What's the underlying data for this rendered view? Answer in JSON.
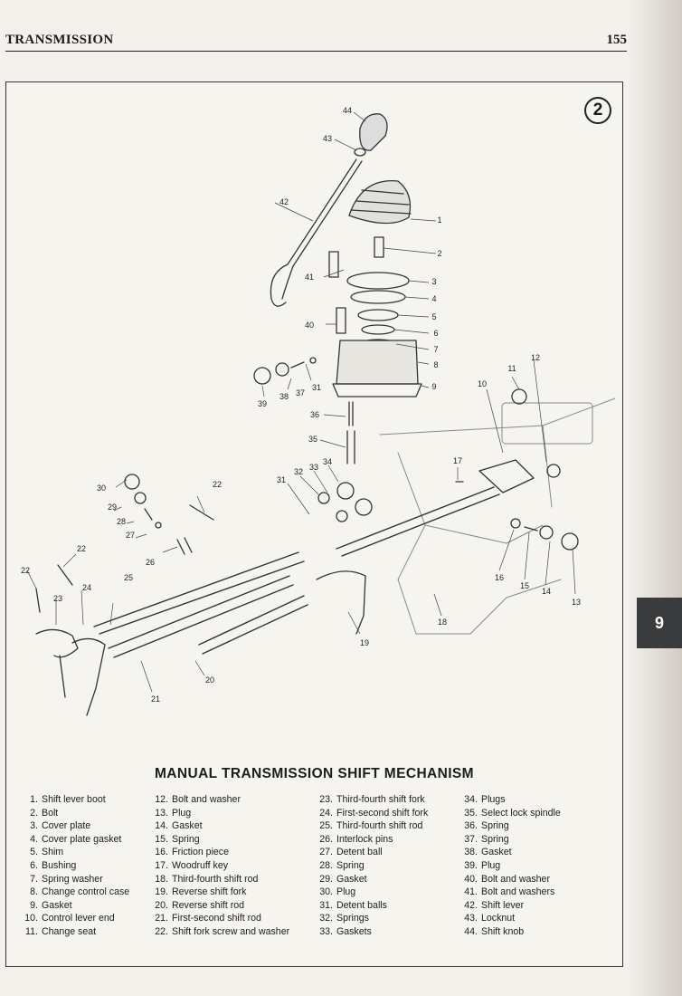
{
  "header": {
    "section_title": "TRANSMISSION",
    "page_number": "155"
  },
  "figure": {
    "number": "2",
    "caption": "MANUAL TRANSMISSION SHIFT MECHANISM",
    "callouts": [
      "1",
      "2",
      "3",
      "4",
      "5",
      "6",
      "7",
      "8",
      "9",
      "10",
      "11",
      "12",
      "13",
      "14",
      "15",
      "16",
      "17",
      "18",
      "19",
      "20",
      "21",
      "22",
      "22",
      "22",
      "23",
      "24",
      "25",
      "26",
      "27",
      "28",
      "29",
      "30",
      "31",
      "31",
      "32",
      "33",
      "34",
      "35",
      "36",
      "37",
      "38",
      "39",
      "40",
      "41",
      "42",
      "43",
      "44"
    ]
  },
  "legend": {
    "columns": [
      [
        {
          "num": "1.",
          "label": "Shift lever boot"
        },
        {
          "num": "2.",
          "label": "Bolt"
        },
        {
          "num": "3.",
          "label": "Cover plate"
        },
        {
          "num": "4.",
          "label": "Cover plate gasket"
        },
        {
          "num": "5.",
          "label": "Shim"
        },
        {
          "num": "6.",
          "label": "Bushing"
        },
        {
          "num": "7.",
          "label": "Spring washer"
        },
        {
          "num": "8.",
          "label": "Change control case"
        },
        {
          "num": "9.",
          "label": "Gasket"
        },
        {
          "num": "10.",
          "label": "Control lever end"
        },
        {
          "num": "11.",
          "label": "Change seat"
        }
      ],
      [
        {
          "num": "12.",
          "label": "Bolt and washer"
        },
        {
          "num": "13.",
          "label": "Plug"
        },
        {
          "num": "14.",
          "label": "Gasket"
        },
        {
          "num": "15.",
          "label": "Spring"
        },
        {
          "num": "16.",
          "label": "Friction piece"
        },
        {
          "num": "17.",
          "label": "Woodruff key"
        },
        {
          "num": "18.",
          "label": "Third-fourth shift rod"
        },
        {
          "num": "19.",
          "label": "Reverse shift fork"
        },
        {
          "num": "20.",
          "label": "Reverse shift rod"
        },
        {
          "num": "21.",
          "label": "First-second shift rod"
        },
        {
          "num": "22.",
          "label": "Shift fork screw and washer"
        }
      ],
      [
        {
          "num": "23.",
          "label": "Third-fourth shift fork"
        },
        {
          "num": "24.",
          "label": "First-second shift fork"
        },
        {
          "num": "25.",
          "label": "Third-fourth shift rod"
        },
        {
          "num": "26.",
          "label": "Interlock pins"
        },
        {
          "num": "27.",
          "label": "Detent ball"
        },
        {
          "num": "28.",
          "label": "Spring"
        },
        {
          "num": "29.",
          "label": "Gasket"
        },
        {
          "num": "30.",
          "label": "Plug"
        },
        {
          "num": "31.",
          "label": "Detent balls"
        },
        {
          "num": "32.",
          "label": "Springs"
        },
        {
          "num": "33.",
          "label": "Gaskets"
        }
      ],
      [
        {
          "num": "34.",
          "label": "Plugs"
        },
        {
          "num": "35.",
          "label": "Select lock spindle"
        },
        {
          "num": "36.",
          "label": "Spring"
        },
        {
          "num": "37.",
          "label": "Spring"
        },
        {
          "num": "38.",
          "label": "Gasket"
        },
        {
          "num": "39.",
          "label": "Plug"
        },
        {
          "num": "40.",
          "label": "Bolt and washer"
        },
        {
          "num": "41.",
          "label": "Bolt and washers"
        },
        {
          "num": "42.",
          "label": "Shift lever"
        },
        {
          "num": "43.",
          "label": "Locknut"
        },
        {
          "num": "44.",
          "label": "Shift knob"
        }
      ]
    ]
  },
  "chapter_tab": "9"
}
